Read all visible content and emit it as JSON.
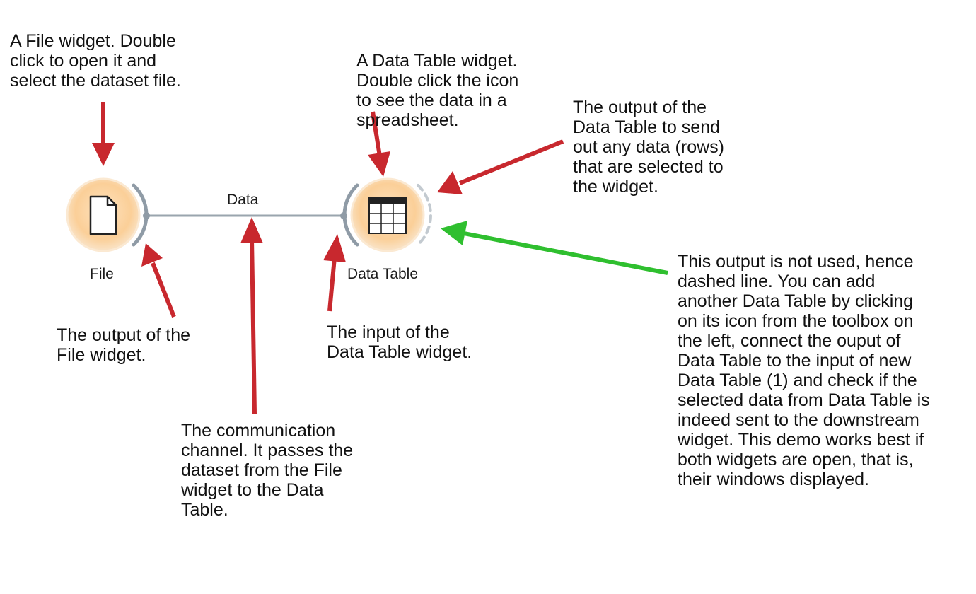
{
  "notes": {
    "file_widget": "A File widget. Double\nclick to open it and\nselect the dataset file.",
    "data_table_widget": "A Data Table widget.\nDouble click the icon\nto see the data in a\nspreadsheet.",
    "data_table_output": "The output of the\nData Table to send\nout any data (rows)\nthat are selected to\nthe widget.",
    "file_output": "The output of the\nFile widget.",
    "data_table_input": "The input of the\nData Table widget.",
    "channel": "The communication\nchannel. It passes the\ndataset from the File\nwidget to the Data\nTable.",
    "unused_output": "This output is not used, hence\ndashed line. You can add\nanother Data Table by clicking\non its icon from the toolbox on\nthe left, connect the ouput of\nData Table to the input of new\nData Table (1) and check if the\nselected data from Data Table is\nindeed sent to the downstream\nwidget. This demo works best if\nboth widgets are open, that is,\ntheir windows displayed."
  },
  "nodes": {
    "file": {
      "label": "File",
      "icon": "document-icon"
    },
    "data_table": {
      "label": "Data Table",
      "icon": "table-icon"
    }
  },
  "link": {
    "label": "Data"
  },
  "colors": {
    "node_fill": "#fbd3a2",
    "node_glow": "#fde6c8",
    "connector": "#8f9ba6",
    "dashed_connector": "#c3cad0",
    "arrow_red": "#c8282e",
    "arrow_green": "#2fbf2f"
  }
}
